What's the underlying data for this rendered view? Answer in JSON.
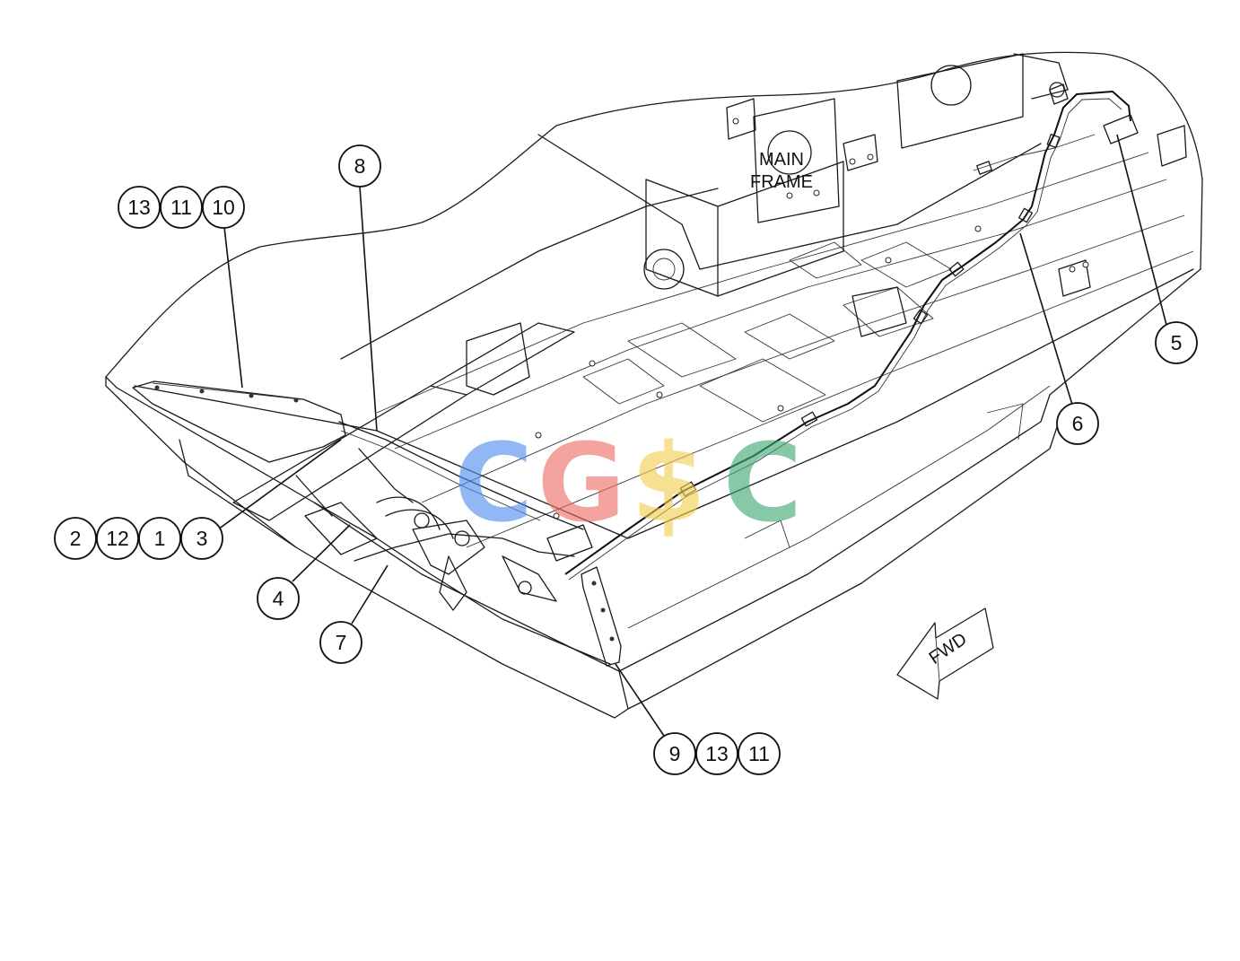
{
  "callouts": {
    "c10": "10",
    "c11_top": "11",
    "c13_top": "13",
    "c8": "8",
    "c3": "3",
    "c1": "1",
    "c12": "12",
    "c2": "2",
    "c4": "4",
    "c7": "7",
    "c5": "5",
    "c6": "6",
    "c9": "9",
    "c13_bottom": "13",
    "c11_bottom": "11"
  },
  "labels": {
    "frame_line1": "MAIN",
    "frame_line2": "FRAME",
    "direction": "FWD"
  },
  "watermark": {
    "letters": [
      "C",
      "G",
      "$",
      "C"
    ],
    "colors": [
      "#4f8ef0",
      "#ef6b64",
      "#f2cf52",
      "#3fa776"
    ]
  }
}
